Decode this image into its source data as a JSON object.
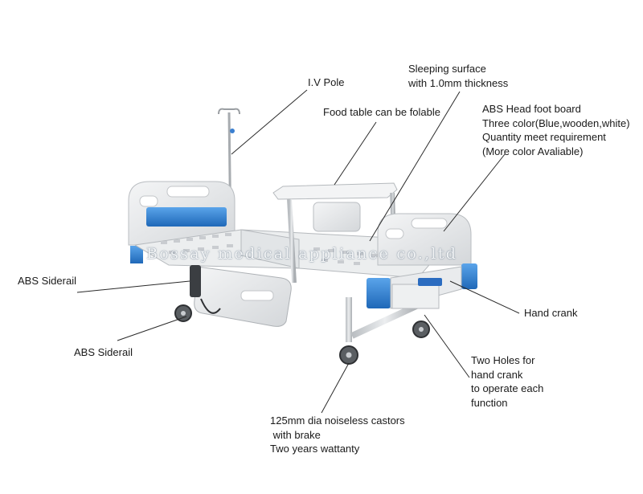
{
  "labels": {
    "iv_pole": [
      "I.V Pole"
    ],
    "sleeping_surface": [
      "Sleeping surface",
      "with 1.0mm thickness"
    ],
    "food_table": [
      "Food table can be folable"
    ],
    "head_foot_board": [
      "ABS Head foot board",
      "Three color(Blue,wooden,white)",
      "Quantity meet requirement",
      "(More color Avaliable)"
    ],
    "siderail_1": [
      "ABS Siderail"
    ],
    "siderail_2": [
      "ABS Siderail"
    ],
    "hand_crank": [
      "Hand crank"
    ],
    "two_holes": [
      "Two Holes for",
      "hand crank",
      "to operate each",
      "function"
    ],
    "castors": [
      "125mm dia noiseless castors",
      " with brake",
      "Two years wattanty"
    ]
  },
  "watermark": "Bossay medical appliance co.,ltd",
  "colors": {
    "accent_blue": "#2f7fd0",
    "frame_gray": "#d9dcdf",
    "leader_line": "#2a2a2a"
  }
}
